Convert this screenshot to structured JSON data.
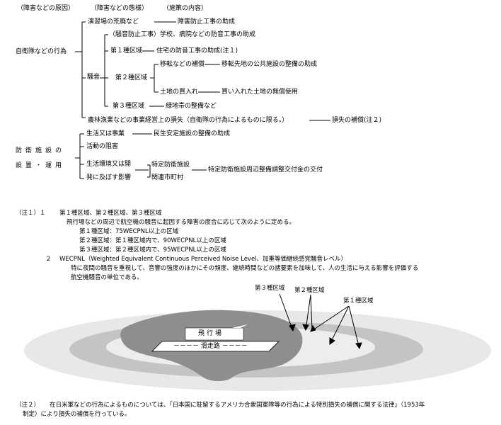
{
  "headers": {
    "cause": "（障害などの原因）",
    "form": "（障害などの態様）",
    "policy": "（施策の内容）"
  },
  "tree": {
    "root_sdf": "自衛隊などの行為",
    "training_field": "演習場の荒廃など",
    "training_policy": "障害防止工事の助成",
    "noise_school": "（騒音防止工事）学校、病院などの防音工事の助成",
    "noise": "騒音",
    "zone1": "第１種区域",
    "zone1_policy": "住宅の防音工事の助成(注１)",
    "zone2": "第２種区域",
    "relocation": "移転などの補償",
    "relocation_policy": "移転先地の公共施設の整備の助成",
    "land_purchase": "土地の買入れ",
    "land_policy": "買い入れた土地の無償使用",
    "zone3": "第３種区域",
    "zone3_policy": "緑地帯の整備など",
    "agri_loss": "農林漁業などの事業経営上の損失（自衛隊の行為によるものに限る。）",
    "agri_policy": "損失の補償(注２)",
    "root_def_1": "防衛施設の",
    "root_def_2": "設置・運用",
    "life_project": "生活又は事業",
    "life_project_policy": "民生安定施設の整備の助成",
    "activity_obstruct": "活動の阻害",
    "env_1": "生活環境又は開",
    "env_2": "発に及ぼす影響",
    "specific_facility": "特定防衛施設",
    "related_municipality": "関連市町村",
    "grant": "特定防衛施設周辺整備調整交付金の交付"
  },
  "notes": {
    "n1_label": "（注１）１",
    "n1_title": "第１種区域、第２種区域、第３種区域",
    "n1_desc": "飛行場などの周辺で航空機の騒音に起因する障害の度合に応じて次のように定める。",
    "n1_z1": "第１種区域：75WECPNL以上の区域",
    "n1_z2": "第２種区域：第１種区域内で、90WECPNL以上の区域",
    "n1_z3": "第３種区域：第２種区域内で、95WECPNL以上の区域",
    "n2_num": "２",
    "n2_title": "WECPNL（Weighted Equivalent Continuous Perceived Noise Level、加重等価継続感覚騒音レベル）",
    "n2_desc1": "特に夜間の騒音を重視して、音響の強度のほかにその頻度、継続時間などの諸要素を加味して、人の生活に与える影響を評価する",
    "n2_desc2": "航空機騒音の単位である。",
    "note2_label": "（注２）",
    "note2_line1": "在日米軍などの行為によるものについては、「日本国に駐留するアメリカ合衆国軍隊等の行為による特別損失の補償に関する法律」（1953年",
    "note2_line2": "制定）により損失の補償を行っている。"
  },
  "map": {
    "zone3_label": "第３種区域",
    "zone2_label": "第２種区域",
    "zone1_label": "第１種区域",
    "airfield": "飛行場",
    "runway": "－－－－ 滑走路 －－－－"
  }
}
